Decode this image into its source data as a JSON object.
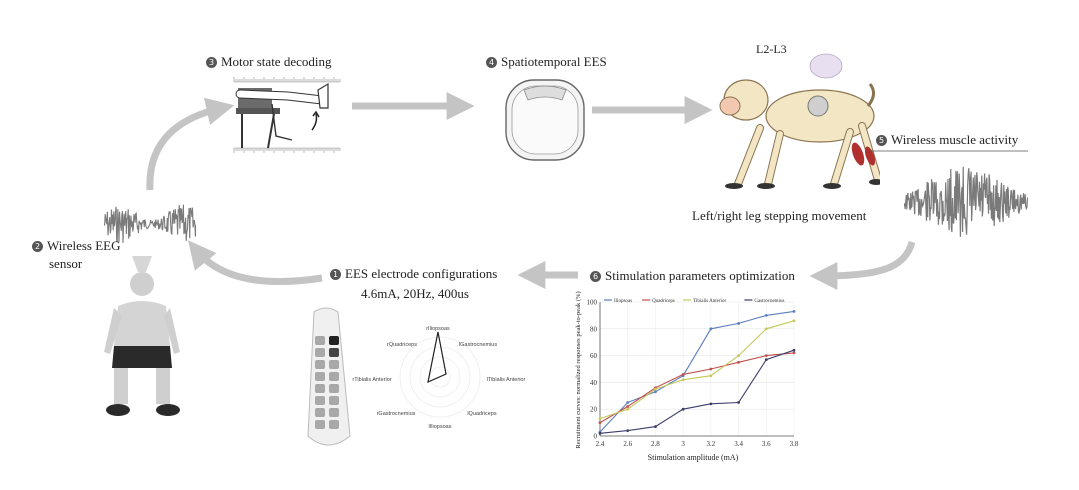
{
  "steps": {
    "motor_decoding": {
      "num": "3",
      "label": "Motor state decoding"
    },
    "spatiotemporal": {
      "num": "4",
      "label": "Spatiotemporal EES"
    },
    "wireless_muscle": {
      "num": "5",
      "label": "Wireless muscle activity"
    },
    "stim_opt": {
      "num": "6",
      "label": "Stimulation parameters optimization"
    },
    "ees_config": {
      "num": "1",
      "label": "EES electrode configurations"
    },
    "eeg": {
      "num": "2",
      "label_line1": "Wireless EEG",
      "label_line2": "sensor"
    }
  },
  "ees_params": "4.6mA, 20Hz, 400us",
  "monkey": {
    "spine_label": "L2-L3",
    "caption": "Left/right leg stepping movement"
  },
  "electrode_targets": {
    "top": "rIliopsoas",
    "top_left": "rQuadriceps",
    "top_right": "lGastrocnemius",
    "left": "rTibialis Anterior",
    "right": "lTibialis Anterior",
    "bottom_left": "rGastrocnemius",
    "bottom_right": "lQuadriceps",
    "bottom": "lIliopsoas"
  },
  "colors": {
    "arrow": "#c4c4c4",
    "badge": "#555555",
    "muscle": "#b03030",
    "signal": "#7a7a7a"
  },
  "chart_data": {
    "type": "line",
    "xlabel": "Stimulation amplitude (mA)",
    "ylabel": "Recruitment curves: normalized responses peak-to-peak (%)",
    "xlim": [
      2.4,
      3.8
    ],
    "ylim": [
      0,
      100
    ],
    "x_ticks": [
      "2.4",
      "2.6",
      "2.8",
      "3",
      "3.2",
      "3.4",
      "3.6",
      "3.8"
    ],
    "y_ticks": [
      "0",
      "20",
      "40",
      "60",
      "80",
      "100"
    ],
    "legend_position": "top",
    "x": [
      2.4,
      2.6,
      2.8,
      3.0,
      3.2,
      3.4,
      3.6,
      3.8
    ],
    "series": [
      {
        "name": "Iliopsoas",
        "color": "#5b7fbd",
        "values": [
          3,
          25,
          33,
          45,
          80,
          84,
          90,
          93
        ]
      },
      {
        "name": "Quadriceps",
        "color": "#c0504d",
        "values": [
          10,
          22,
          36,
          46,
          50,
          55,
          60,
          62
        ]
      },
      {
        "name": "Tibialis Anterior",
        "color": "#c6c95a",
        "values": [
          13,
          20,
          35,
          42,
          45,
          60,
          80,
          86
        ]
      },
      {
        "name": "Gastrocnemius",
        "color": "#3d3d6b",
        "values": [
          2,
          4,
          7,
          20,
          24,
          25,
          57,
          64
        ]
      }
    ]
  }
}
